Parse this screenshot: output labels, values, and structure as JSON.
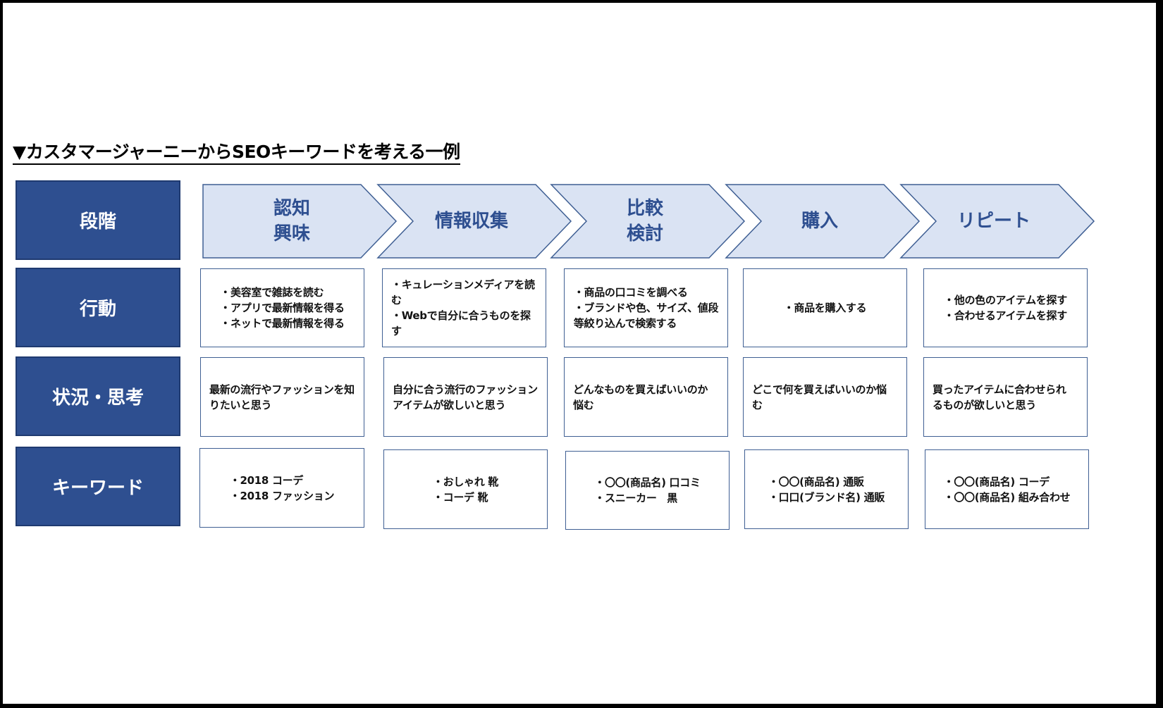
{
  "title": "▼カスタマージャーニーからSEOキーワードを考える一例",
  "row_headers": {
    "stage": "段階",
    "action": "行動",
    "situation": "状況・思考",
    "keyword": "キーワード"
  },
  "stages": [
    {
      "label": "認知\n興味",
      "action": "・美容室で雑誌を読む\n・アプリで最新情報を得る\n・ネットで最新情報を得る",
      "situation": "最新の流行やファッションを知\nりたいと思う",
      "keyword": "・2018 コーデ\n・2018 ファッション"
    },
    {
      "label": "情報収集",
      "action": "・キュレーションメディアを読む\n・Webで自分に合うものを探す",
      "situation": "自分に合う流行のファッション\nアイテムが欲しいと思う",
      "keyword": "・おしゃれ 靴\n・コーデ 靴"
    },
    {
      "label": "比較\n検討",
      "action": "・商品の口コミを調べる\n・ブランドや色、サイズ、値段\n等絞り込んで検索する",
      "situation": "どんなものを買えばいいのか\n悩む",
      "keyword": "・〇〇(商品名) 口コミ\n・スニーカー　黒"
    },
    {
      "label": "購入",
      "action": "・商品を購入する",
      "situation": "どこで何を買えばいいのか悩\nむ",
      "keyword": "・〇〇(商品名) 通販\n・口口(ブランド名) 通販"
    },
    {
      "label": "リピート",
      "action": "・他の色のアイテムを探す\n・合わせるアイテムを探す",
      "situation": "買ったアイテムに合わせられ\nるものが欲しいと思う",
      "keyword": "・〇〇(商品名) コーデ\n・〇〇(商品名) 組み合わせ"
    }
  ],
  "colors": {
    "header_fill": "#2e4f90",
    "arrow_fill": "#dae3f3",
    "arrow_stroke": "#3f5f93",
    "stage_text": "#2e4f90"
  }
}
